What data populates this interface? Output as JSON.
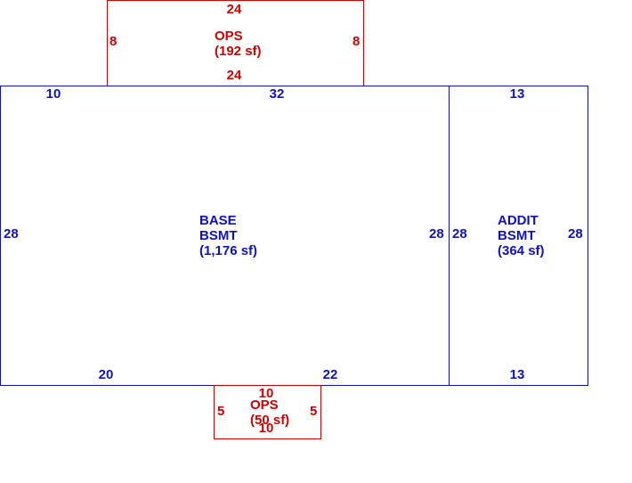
{
  "colors": {
    "ops": "#d40000",
    "basement": "#1010c8"
  },
  "areas": {
    "ops_top": {
      "label_line1": "OPS",
      "label_line2": "(192 sf)",
      "top": "24",
      "bottom": "24",
      "left": "8",
      "right": "8"
    },
    "base_bsmt": {
      "label_line1": "BASE",
      "label_line2": "BSMT",
      "label_line3": "(1,176 sf)",
      "top_left": "10",
      "top_mid": "32",
      "left": "28",
      "right": "28",
      "bottom_left": "20",
      "bottom_right": "22"
    },
    "addit_bsmt": {
      "label_line1": "ADDIT",
      "label_line2": "BSMT",
      "label_line3": "(364 sf)",
      "top": "13",
      "bottom": "13",
      "left": "28",
      "right": "28"
    },
    "ops_bottom": {
      "label_line1": "OPS",
      "label_line2": "(50 sf)",
      "top": "10",
      "bottom": "10",
      "left": "5",
      "right": "5"
    }
  }
}
